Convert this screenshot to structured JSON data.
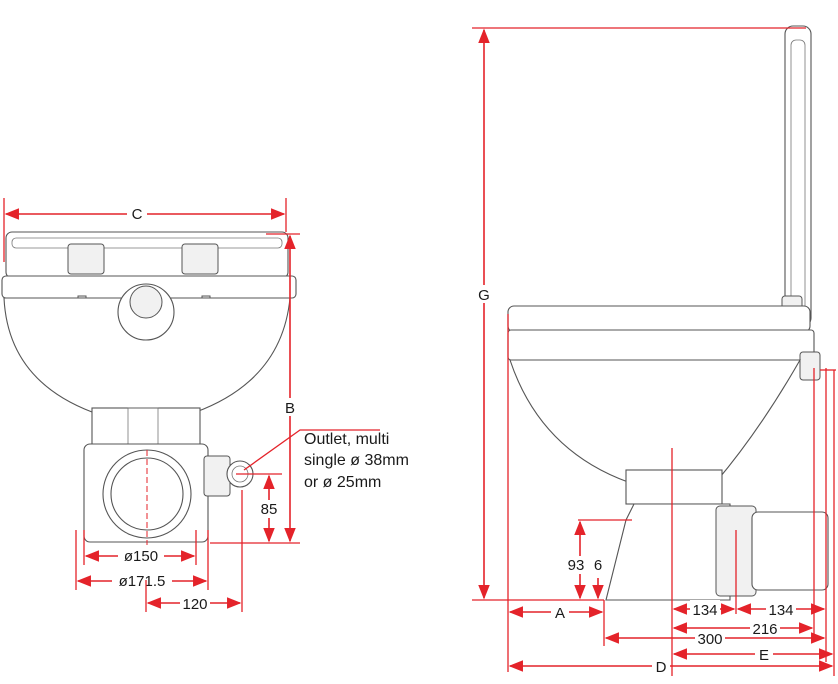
{
  "labels": {
    "C": "C",
    "B": "B",
    "G": "G",
    "A": "A",
    "D": "D",
    "E": "E",
    "d85": "85",
    "d150": "ø150",
    "d171": "ø171.5",
    "d120": "120",
    "d93": "93",
    "d6": "6",
    "d134a": "134",
    "d134b": "134",
    "d216": "216",
    "d300": "300"
  },
  "outlet_note": {
    "line1": "Outlet, multi",
    "line2": "single ø 38mm",
    "line3": "or ø 25mm"
  },
  "colors": {
    "dimension": "#e4232a",
    "outline": "#555555"
  }
}
